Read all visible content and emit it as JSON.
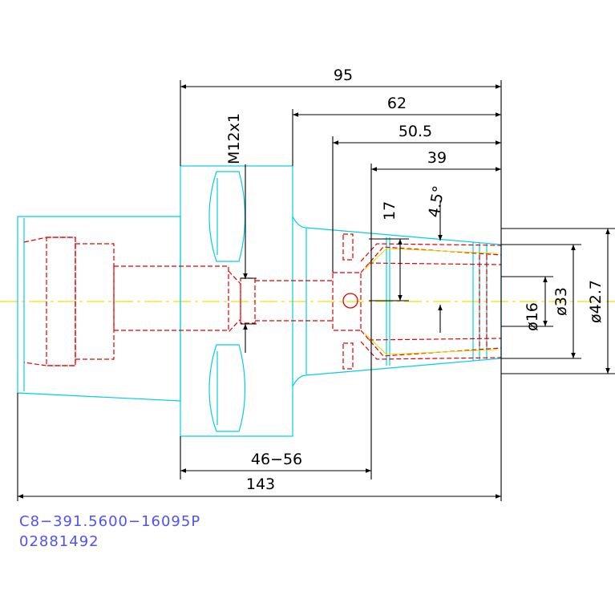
{
  "drawing": {
    "dimensions": {
      "d95": "95",
      "d62": "62",
      "d50_5": "50.5",
      "d39": "39",
      "d17": "17",
      "angle": "4.5°",
      "thread": "M12x1",
      "dia16": "ø16",
      "dia33": "ø33",
      "dia42_7": "ø42.7",
      "d46_56": "46−56",
      "d143": "143"
    },
    "part_code": "C8−391.5600−16095P",
    "part_number": "02881492"
  },
  "colors": {
    "outline": "#00d0e0",
    "hidden": "#e00000",
    "dimension": "#000000",
    "centerline": "#f0e000",
    "code": "#5050ff"
  }
}
